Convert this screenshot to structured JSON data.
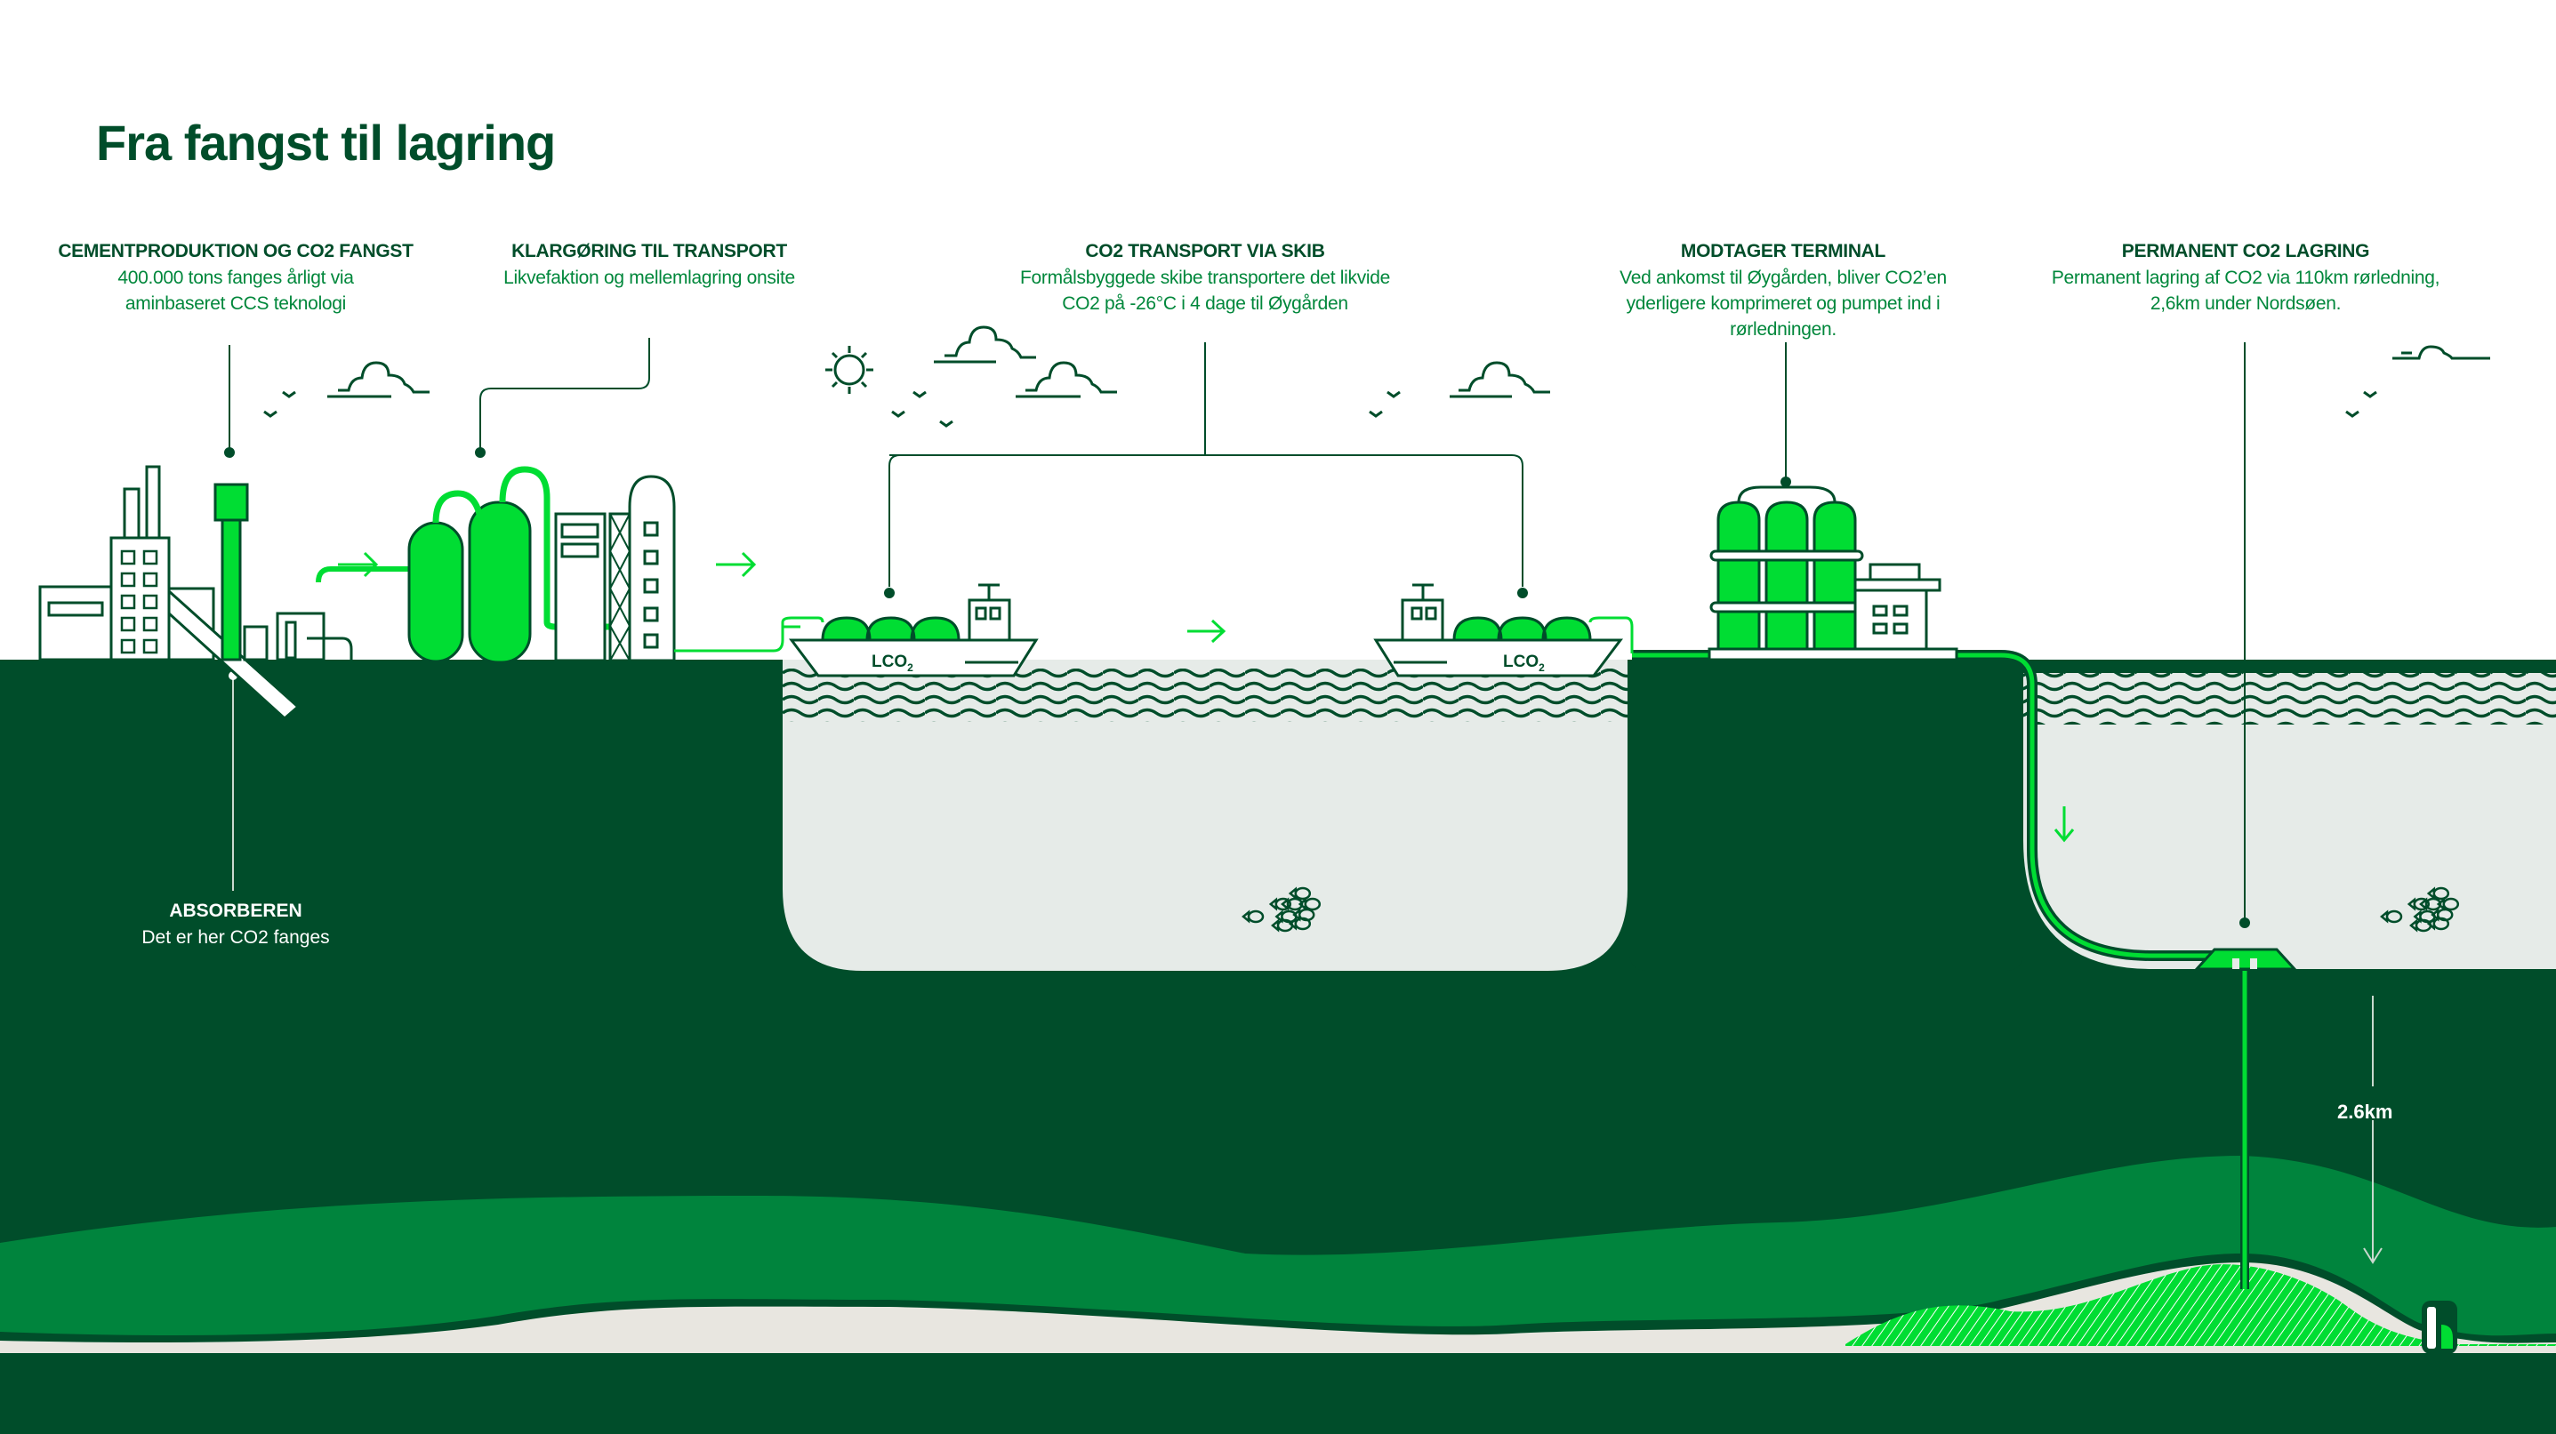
{
  "title": "Fra fangst til lagring",
  "steps": [
    {
      "id": "capture",
      "heading": "CEMENTPRODUKTION OG CO2 FANGST",
      "lines": [
        "400.000 tons fanges årligt via",
        "aminbaseret CCS teknologi"
      ]
    },
    {
      "id": "preparation",
      "heading": "KLARGØRING TIL TRANSPORT",
      "lines": [
        "Likvefaktion og mellemlagring onsite"
      ]
    },
    {
      "id": "shipping",
      "heading": "CO2 TRANSPORT VIA SKIB",
      "lines": [
        "Formålsbyggede skibe transportere det likvide",
        "CO2 på -26°C i 4 dage til Øygården"
      ]
    },
    {
      "id": "terminal",
      "heading": "MODTAGER TERMINAL",
      "lines": [
        "Ved ankomst til Øygården, bliver CO2’en",
        "yderligere komprimeret og pumpet ind i",
        "rørledningen."
      ]
    },
    {
      "id": "storage",
      "heading": "PERMANENT CO2 LAGRING",
      "lines": [
        "Permanent lagring af CO2 via 110km rørledning,",
        "2,6km under Nordsøen."
      ]
    }
  ],
  "absorber": {
    "heading": "ABSORBEREN",
    "text": "Det er her CO2 fanges"
  },
  "ship_label": {
    "main": "LCO",
    "sub": "2"
  },
  "depth_label": "2.6km",
  "colors": {
    "dark_green": "#004d2a",
    "mid_green": "#00843d",
    "bright_green": "#00dd33",
    "text_green": "#00873b",
    "water": "#e6ebe8",
    "sand": "#e8e6e0"
  }
}
